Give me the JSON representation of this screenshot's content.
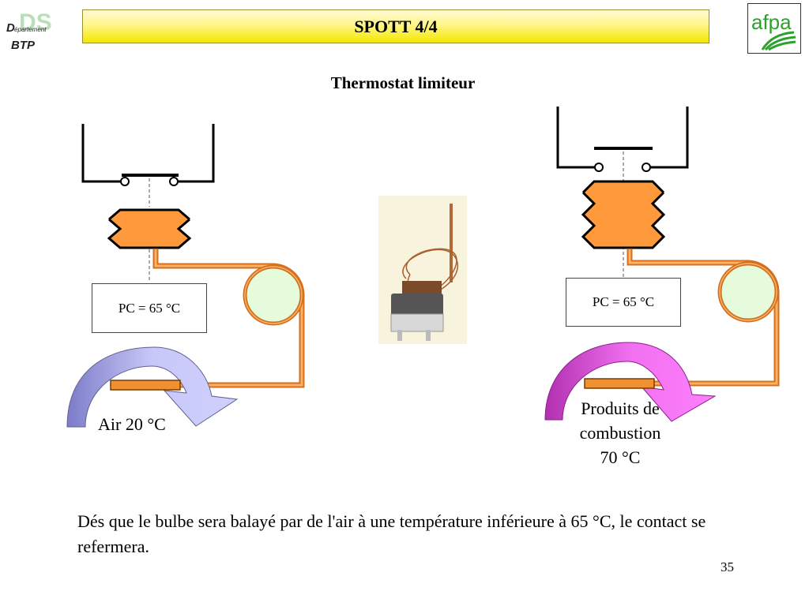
{
  "header": {
    "title": "SPOTT 4/4",
    "logo_left_text": [
      "D",
      "épartement",
      "BTP",
      "DS"
    ],
    "logo_right_text": "afpa"
  },
  "subtitle": "Thermostat limiteur",
  "left_diagram": {
    "pc_label": "PC = 65 °C",
    "flow_label": "Air 20 °C",
    "flow_arrow_color": "#b8b8f0"
  },
  "right_diagram": {
    "pc_label": "PC = 65 °C",
    "flow_label_lines": [
      "Produits de",
      "combustion",
      "70 °C"
    ],
    "flow_arrow_color": "#e85ae8"
  },
  "colors": {
    "bellows": "#ff9a3c",
    "capillary": "#f09a40",
    "bulb_circle": "#e6fadc",
    "title_bar": "#fff58a"
  },
  "caption": "Dés que le bulbe sera balayé par de l'air à une température inférieure à 65 °C, le contact se refermera.",
  "page_number": "35"
}
